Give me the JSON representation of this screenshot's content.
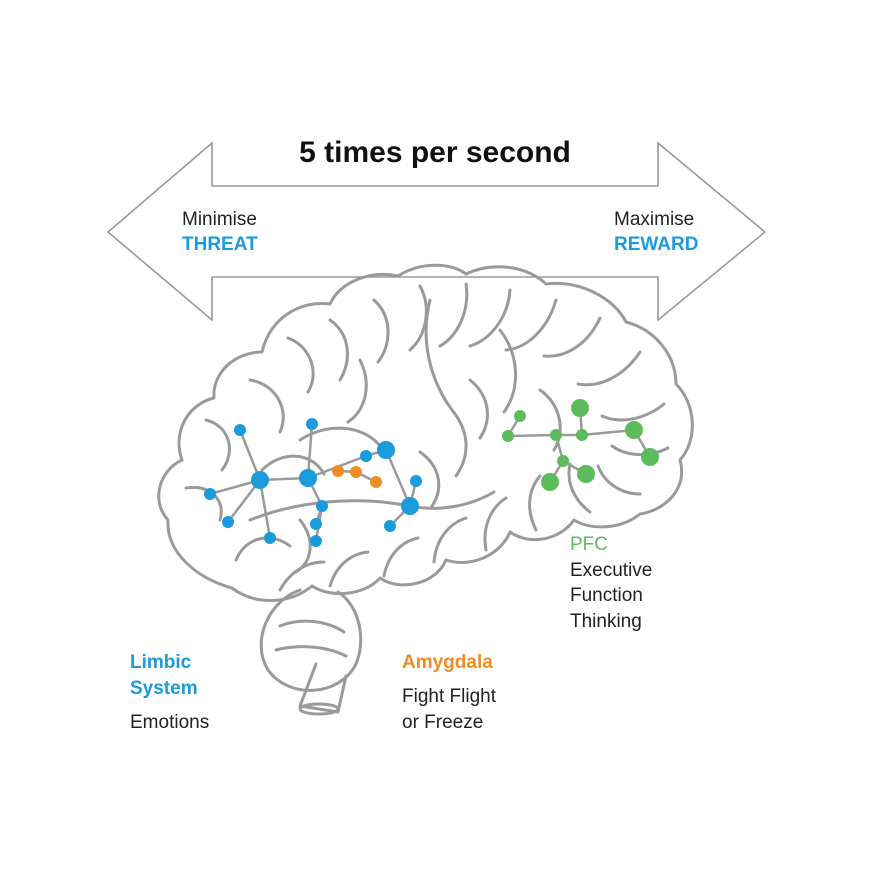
{
  "title": "5 times per second",
  "colors": {
    "outline": "#9a9a9a",
    "limbic": "#1a9bdc",
    "amygdala": "#ef8d22",
    "pfc": "#5cbb5a",
    "text": "#222222"
  },
  "arrow_left": {
    "verb": "Minimise",
    "noun": "THREAT"
  },
  "arrow_right": {
    "verb": "Maximise",
    "noun": "REWARD"
  },
  "limbic": {
    "name_line1": "Limbic",
    "name_line2": "System",
    "description": "Emotions"
  },
  "amygdala": {
    "name": "Amygdala",
    "description_line1": "Fight Flight",
    "description_line2": "or Freeze"
  },
  "pfc": {
    "name": "PFC",
    "description_line1": "Executive",
    "description_line2": "Function",
    "description_line3": "Thinking"
  },
  "icons": [
    "double-headed-arrow-icon",
    "brain-icon"
  ]
}
